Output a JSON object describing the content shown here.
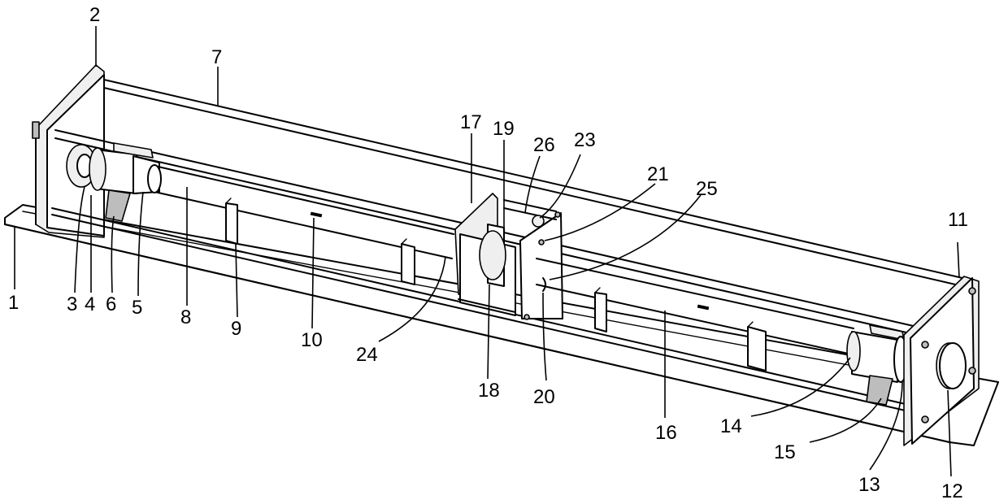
{
  "figure": {
    "labels": [
      "1",
      "2",
      "3",
      "4",
      "6",
      "5",
      "7",
      "8",
      "9",
      "10",
      "24",
      "17",
      "19",
      "26",
      "23",
      "21",
      "25",
      "18",
      "20",
      "16",
      "14",
      "15",
      "13",
      "11",
      "12"
    ]
  },
  "colors": {
    "line": "#000000",
    "background": "#ffffff",
    "shade": "#efefef",
    "dark": "#bdbdbd"
  }
}
